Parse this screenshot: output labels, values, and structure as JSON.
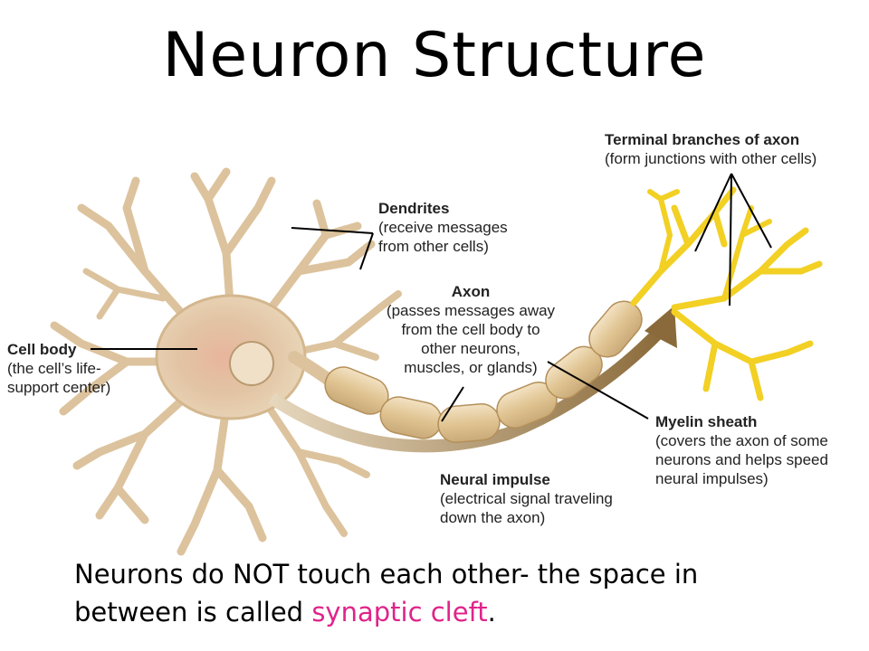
{
  "title": "Neuron Structure",
  "labels": {
    "terminal": {
      "heading": "Terminal branches of axon",
      "desc": [
        "(form junctions with other cells)"
      ]
    },
    "dendrites": {
      "heading": "Dendrites",
      "desc": [
        "(receive messages",
        "from other cells)"
      ]
    },
    "axon": {
      "heading": "Axon",
      "desc": [
        "(passes messages away",
        "from the cell body to",
        "other neurons,",
        "muscles, or glands)"
      ]
    },
    "cell_body": {
      "heading": "Cell body",
      "desc": [
        "(the cell’s life-",
        "support center)"
      ]
    },
    "myelin": {
      "heading": "Myelin sheath",
      "desc": [
        "(covers the axon of some",
        "neurons and helps speed",
        "neural impulses)"
      ]
    },
    "impulse": {
      "heading": "Neural impulse",
      "desc": [
        "(electrical signal traveling",
        "down the axon)"
      ]
    }
  },
  "caption": {
    "text": "Neurons do NOT touch each other- the space in between is called ",
    "highlight": "synaptic cleft",
    "end": "."
  },
  "colors": {
    "cell": "#e8d2b0",
    "cell_edge": "#c9a77a",
    "nucleus_glow": "#d98a7a",
    "myelin": "#e2c79a",
    "terminal": "#f2d024",
    "arrow": "#8a6a3a",
    "highlight": "#e0238a"
  }
}
